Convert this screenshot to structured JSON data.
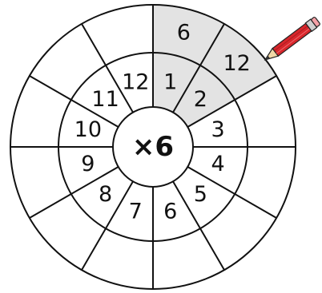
{
  "center": {
    "label": "×6"
  },
  "inner_ring": [
    "1",
    "2",
    "3",
    "4",
    "5",
    "6",
    "7",
    "8",
    "9",
    "10",
    "11",
    "12"
  ],
  "outer_ring": [
    "6",
    "12",
    "",
    "",
    "",
    "",
    "",
    "",
    "",
    "",
    "",
    ""
  ],
  "highlighted_segments": [
    0,
    1
  ],
  "colors": {
    "highlight": "#e3e3e3",
    "line": "#111111",
    "pencil_body": "#d8262b",
    "pencil_wood": "#f0d7a6"
  },
  "icons": [
    "pencil-icon"
  ]
}
